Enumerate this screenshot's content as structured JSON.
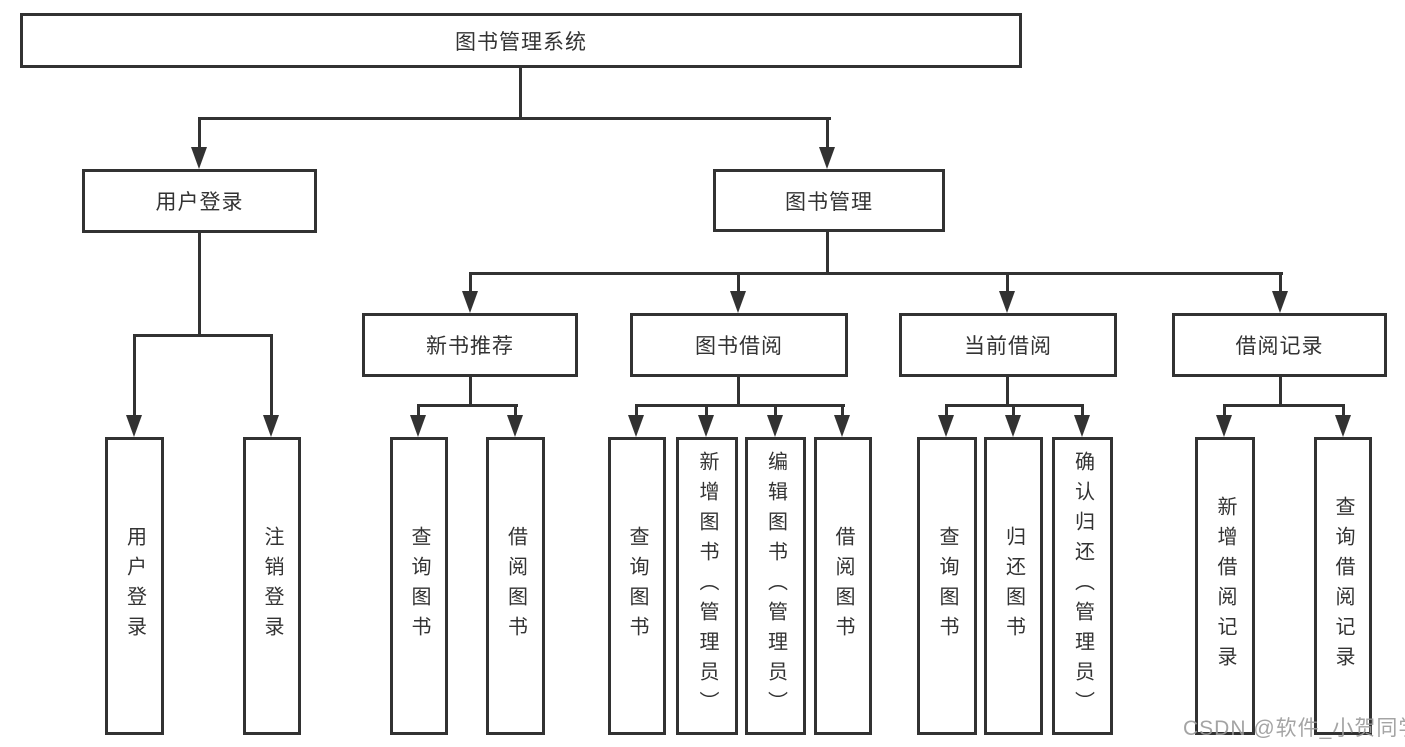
{
  "diagram": {
    "root": {
      "label": "图书管理系统"
    },
    "branches": [
      {
        "label": "用户登录",
        "children": [
          {
            "label": "用户登录"
          },
          {
            "label": "注销登录"
          }
        ]
      },
      {
        "label": "图书管理",
        "groups": [
          {
            "label": "新书推荐",
            "children": [
              {
                "label": "查询图书"
              },
              {
                "label": "借阅图书"
              }
            ]
          },
          {
            "label": "图书借阅",
            "children": [
              {
                "label": "查询图书"
              },
              {
                "label": "新增图书（管理员）"
              },
              {
                "label": "编辑图书（管理员）"
              },
              {
                "label": "借阅图书"
              }
            ]
          },
          {
            "label": "当前借阅",
            "children": [
              {
                "label": "查询图书"
              },
              {
                "label": "归还图书"
              },
              {
                "label": "确认归还（管理员）"
              }
            ]
          },
          {
            "label": "借阅记录",
            "children": [
              {
                "label": "新增借阅记录"
              },
              {
                "label": "查询借阅记录"
              }
            ]
          }
        ]
      }
    ]
  },
  "watermark": {
    "text": "CSDN @软件_小贺同学"
  },
  "colors": {
    "line": "#323232",
    "text": "#333333",
    "watermark": "#9a9a9a",
    "background": "#ffffff"
  }
}
